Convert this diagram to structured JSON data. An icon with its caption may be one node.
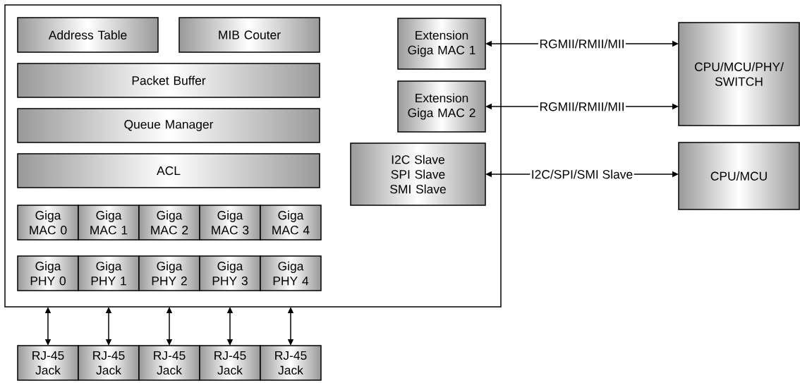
{
  "diagram": {
    "nodes": [
      {
        "text": [],
        "shape": "box"
      },
      {
        "text": [
          "Address Table"
        ],
        "in": 0
      },
      {
        "text": [
          "MIB Couter"
        ],
        "in": 0
      },
      {
        "text": [
          "Extension Giga MAC 1"
        ],
        "in": 0
      },
      {
        "text": [
          "Packet Buffer"
        ],
        "in": 0
      },
      {
        "text": [
          "Extension Giga MAC 2"
        ],
        "in": 0
      },
      {
        "text": [
          "Queue Manager"
        ],
        "in": 0
      },
      {
        "text": [
          "I2C Slave SPI Slave SMI Slave"
        ],
        "in": 0
      },
      {
        "text": [
          "ACL"
        ],
        "in": 0
      },
      {
        "text": [
          "Giga MAC 0"
        ],
        "in": 0
      },
      {
        "text": [
          "Giga MAC 1"
        ],
        "in": 0
      },
      {
        "text": [
          "Giga MAC 2"
        ],
        "in": 0
      },
      {
        "text": [
          "Giga MAC 3"
        ],
        "in": 0
      },
      {
        "text": [
          "Giga MAC 4"
        ],
        "in": 0
      },
      {
        "text": [
          "Giga PHY 0"
        ],
        "in": 0
      },
      {
        "text": [
          "Giga PHY 1"
        ],
        "in": 0
      },
      {
        "text": [
          "Giga PHY 2"
        ],
        "in": 0
      },
      {
        "text": [
          "Giga PHY 3"
        ],
        "in": 0
      },
      {
        "text": [
          "Giga PHY 4"
        ],
        "in": 0
      },
      {
        "text": [
          "CPU/MCU/PHY/ SWITCH"
        ]
      },
      {
        "text": [
          "CPU/MCU"
        ]
      },
      {
        "text": [
          "RJ-45 Jack"
        ]
      },
      {
        "text": [
          "RJ-45 Jack"
        ]
      },
      {
        "text": [
          "RJ-45 Jack"
        ]
      },
      {
        "text": [
          "RJ-45 Jack"
        ]
      },
      {
        "text": [
          "RJ-45 Jack"
        ]
      }
    ],
    "edges": [
      {
        "from": 3,
        "to": 19,
        "arrow": "both",
        "label": "RGMII/RMII/MII"
      },
      {
        "from": 5,
        "to": 19,
        "arrow": "both",
        "label": "RGMII/RMII/MII"
      },
      {
        "from": 7,
        "to": 20,
        "arrow": "both",
        "label": "I2C/SPI/SMI Slave"
      },
      {
        "from": 0,
        "to": 21,
        "arrow": "both"
      },
      {
        "from": 0,
        "to": 22,
        "arrow": "both"
      },
      {
        "from": 0,
        "to": 23,
        "arrow": "both"
      },
      {
        "from": 0,
        "to": 24,
        "arrow": "both"
      },
      {
        "from": 0,
        "to": 25,
        "arrow": "both"
      }
    ]
  }
}
